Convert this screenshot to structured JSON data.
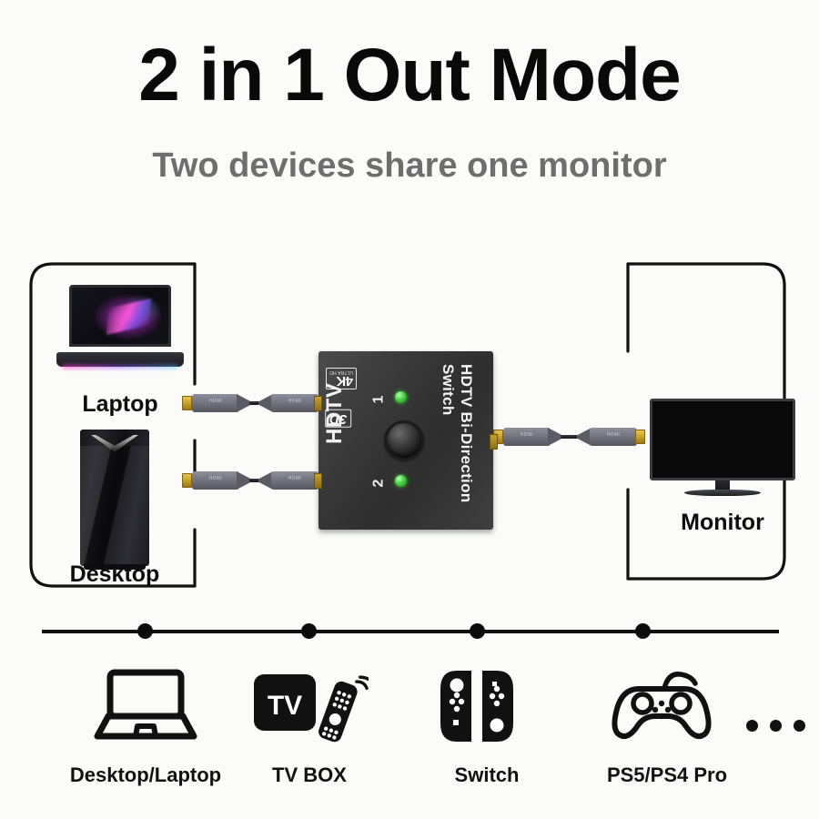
{
  "header": {
    "title": "2 in 1 Out Mode",
    "subtitle": "Two devices share one monitor"
  },
  "colors": {
    "background": "#fbfcfa",
    "title_text": "#090909",
    "subtitle_text": "#6e6e6e",
    "bracket_stroke": "#111111",
    "led_green": "#45d13f",
    "connector_gold": "#c9a227",
    "switch_body": "#3a3a3a"
  },
  "diagram": {
    "input_group": {
      "devices": [
        {
          "label": "Laptop",
          "icon": "gaming-laptop-image"
        },
        {
          "label": "Desktop",
          "icon": "desktop-tower-image"
        }
      ]
    },
    "output_group": {
      "devices": [
        {
          "label": "Monitor",
          "icon": "flat-monitor-image"
        }
      ]
    },
    "cables": [
      {
        "name": "hdmi-cable-laptop",
        "plug_text": "HDMI"
      },
      {
        "name": "hdmi-cable-desktop",
        "plug_text": "HDMI"
      },
      {
        "name": "hdmi-cable-monitor",
        "plug_text": "HDMI"
      }
    ],
    "switch_device": {
      "side_logos": {
        "uhd_main": "4K",
        "uhd_sub": "ULTRA HD",
        "three_d": "3D",
        "hdtv": "HDTV"
      },
      "port_numbers": [
        "1",
        "2"
      ],
      "leds": [
        "led-1",
        "led-2"
      ],
      "button": "mode-select-button",
      "face_text_line1": "HDTV Bi-Direction",
      "face_text_line2": "Switch"
    }
  },
  "compatibility": {
    "items": [
      {
        "label": "Desktop/Laptop",
        "icon": "laptop-outline-icon"
      },
      {
        "label": "TV BOX",
        "icon": "tv-box-icon",
        "badge": "TV"
      },
      {
        "label": "Switch",
        "icon": "nintendo-switch-icon"
      },
      {
        "label": "PS5/PS4 Pro",
        "icon": "gamepad-icon"
      }
    ],
    "more_indicator": "..."
  }
}
